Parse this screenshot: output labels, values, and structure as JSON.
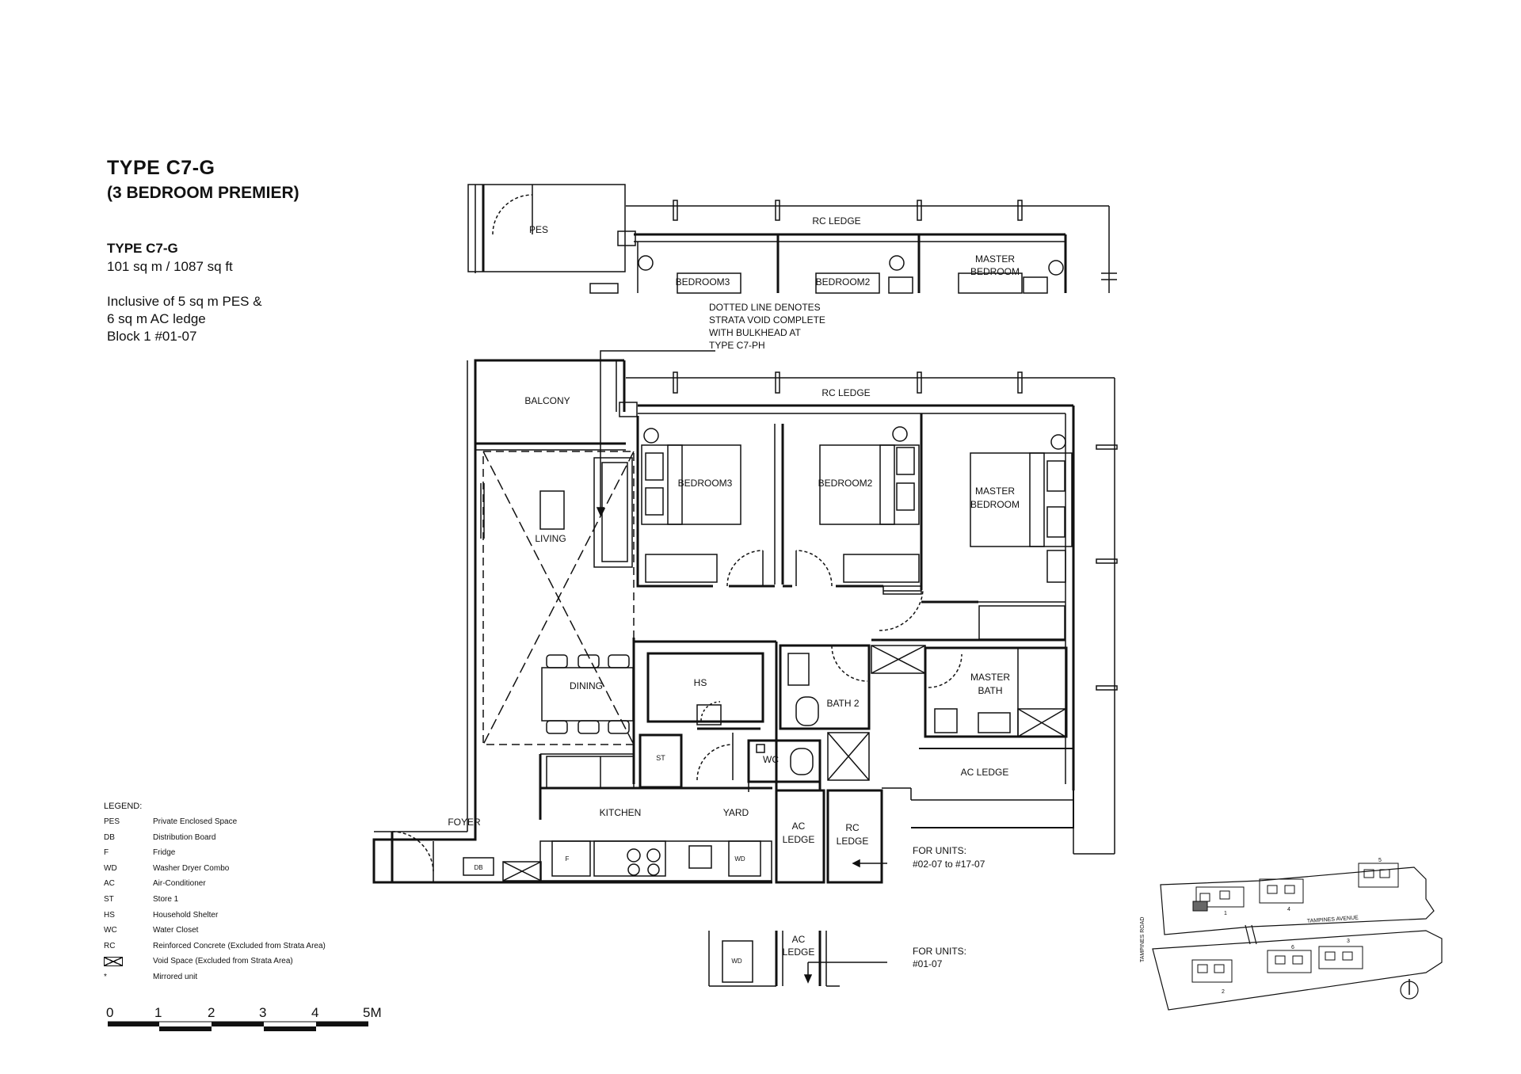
{
  "header": {
    "title": "TYPE C7-G",
    "subtitle": "(3 BEDROOM PREMIER)"
  },
  "unit_info": {
    "type": "TYPE C7-G",
    "area": "101 sq m / 1087 sq ft",
    "inclusive_line1": "Inclusive of 5 sq m PES &",
    "inclusive_line2": "6 sq m AC ledge",
    "block": "Block 1 #01-07"
  },
  "plan_labels": {
    "pes": "PES",
    "balcony": "BALCONY",
    "rc_ledge": "RC LEDGE",
    "bedroom3": "BEDROOM3",
    "bedroom2": "BEDROOM2",
    "master_bedroom_1": "MASTER",
    "master_bedroom_2": "BEDROOM",
    "living": "LIVING",
    "dining": "DINING",
    "hs": "HS",
    "st": "ST",
    "wc": "WC",
    "bath2": "BATH 2",
    "master_bath_1": "MASTER",
    "master_bath_2": "BATH",
    "ac_ledge": "AC LEDGE",
    "ac": "AC",
    "ledge": "LEDGE",
    "rc": "RC",
    "foyer": "FOYER",
    "kitchen": "KITCHEN",
    "yard": "YARD",
    "db": "DB",
    "f": "F",
    "wd": "WD",
    "note_line1": "DOTTED LINE DENOTES",
    "note_line2": "STRATA VOID COMPLETE",
    "note_line3": "WITH BULKHEAD AT",
    "note_line4": "TYPE C7-PH",
    "for_units_a1": "FOR UNITS:",
    "for_units_a2": "#02-07 to #17-07",
    "for_units_b1": "FOR UNITS:",
    "for_units_b2": "#01-07"
  },
  "legend": {
    "title": "LEGEND:",
    "items": [
      {
        "code": "PES",
        "desc": "Private Enclosed Space"
      },
      {
        "code": "DB",
        "desc": "Distribution Board"
      },
      {
        "code": "F",
        "desc": "Fridge"
      },
      {
        "code": "WD",
        "desc": "Washer Dryer Combo"
      },
      {
        "code": "AC",
        "desc": "Air-Conditioner"
      },
      {
        "code": "ST",
        "desc": "Store 1"
      },
      {
        "code": "HS",
        "desc": "Household Shelter"
      },
      {
        "code": "WC",
        "desc": "Water Closet"
      },
      {
        "code": "RC",
        "desc": "Reinforced Concrete (Excluded from Strata Area)"
      },
      {
        "code": "",
        "desc": "Void Space (Excluded from Strata Area)"
      },
      {
        "code": "*",
        "desc": "Mirrored unit"
      }
    ]
  },
  "scale": {
    "ticks": [
      "0",
      "1",
      "2",
      "3",
      "4",
      "5M"
    ]
  },
  "keyplan": {
    "road_left": "TAMPINES ROAD",
    "road_mid": "TAMPINES AVENUE",
    "blocks": [
      "1",
      "2",
      "3",
      "4",
      "5",
      "6"
    ]
  }
}
